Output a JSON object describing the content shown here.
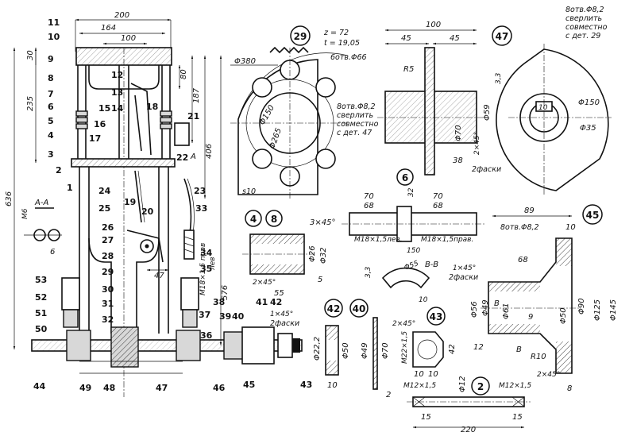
{
  "assembly": {
    "section_label": "A-A",
    "arrow_label": "A",
    "parts": [
      "1",
      "2",
      "3",
      "4",
      "5",
      "6",
      "7",
      "8",
      "9",
      "10",
      "11",
      "12",
      "13",
      "14",
      "15",
      "16",
      "17",
      "18",
      "19",
      "20",
      "21",
      "22",
      "23",
      "24",
      "25",
      "26",
      "27",
      "28",
      "29",
      "30",
      "31",
      "32",
      "33",
      "34",
      "35",
      "36",
      "37",
      "38",
      "39",
      "40",
      "41",
      "42",
      "43",
      "44",
      "45",
      "46",
      "47",
      "48",
      "49",
      "50",
      "51",
      "52",
      "53"
    ],
    "dims": {
      "width_200": "200",
      "width_164": "164",
      "width_100": "100",
      "h_30": "30",
      "h_80": "80",
      "h_187": "187",
      "h_235": "235",
      "h_406": "406",
      "h_636": "636",
      "h_576": "576",
      "d_47": "47",
      "m6": "M6",
      "six": "6",
      "m18": "M18×1,5 прав",
      "lev": "лев"
    }
  },
  "sprocket29": {
    "id": "29",
    "z": "z = 72",
    "t": "t = 19,05",
    "d380": "Φ380",
    "holes": "6отв.Φ66",
    "d150": "Φ150",
    "d265": "Φ265",
    "s10": "s10",
    "drill_note": [
      "8отв.Φ8,2",
      "сверлить",
      "совместно",
      "с дет. 47"
    ]
  },
  "hub_section": {
    "d100": "100",
    "d45a": "45",
    "d45b": "45",
    "r5": "R5",
    "d70": "Φ70",
    "d59": "Φ59",
    "d38": "38",
    "chamfer": "2×45°",
    "chamfer2": "2фаски"
  },
  "flange47": {
    "id": "47",
    "drill_note": [
      "8отв.Φ8,2",
      "сверлить",
      "совместно",
      "с дет. 29"
    ],
    "d150": "Φ150",
    "d35": "Φ35",
    "d10": "10",
    "d33": "3,3"
  },
  "part48": {
    "ids": [
      "4",
      "8"
    ],
    "chamfer": "3×45°",
    "d26": "Φ26",
    "d32": "Φ32",
    "chamfer2": "2×45°",
    "l55": "55",
    "l5": "5"
  },
  "part6": {
    "id": "6",
    "l70a": "70",
    "l70b": "70",
    "l68a": "68",
    "l68b": "68",
    "d32": "32",
    "l150": "150",
    "t_left": "M18×1,5лев.",
    "t_right": "M18×1,5прав.",
    "section": "B-B",
    "d55": "Φ55",
    "d10": "10",
    "d33": "3,3"
  },
  "part45": {
    "id": "45",
    "l89": "89",
    "l10": "10",
    "holes": "8отв.Φ8,2",
    "l68": "68",
    "chamfer": "1×45°",
    "chamfer2": "2фаски",
    "d56": "Φ56",
    "d49": "Φ49",
    "d61": "Φ61",
    "d90": "Φ90",
    "d50": "Φ50",
    "d125": "Φ125",
    "d145": "Φ145",
    "b": "B",
    "l9": "9",
    "l12": "12",
    "r10": "R10",
    "chamfer3": "2×45°",
    "l8": "8"
  },
  "part42": {
    "id": "42",
    "chamfer": "1×45°",
    "chamfer2": "2фаски",
    "d22": "Φ22,2",
    "d50": "Φ50",
    "l10": "10"
  },
  "part40": {
    "id": "40",
    "d49": "Φ49",
    "d70": "Φ70",
    "l2": "2"
  },
  "part43": {
    "id": "43",
    "chamfer": "2×45°",
    "thread": "M22×1,5",
    "d42": "42",
    "l10a": "10",
    "l10b": "10"
  },
  "part2": {
    "id": "2",
    "d12": "Φ12",
    "t_left": "M12×1,5",
    "t_right": "M12×1,5",
    "l15a": "15",
    "l15b": "15",
    "l220": "220"
  }
}
